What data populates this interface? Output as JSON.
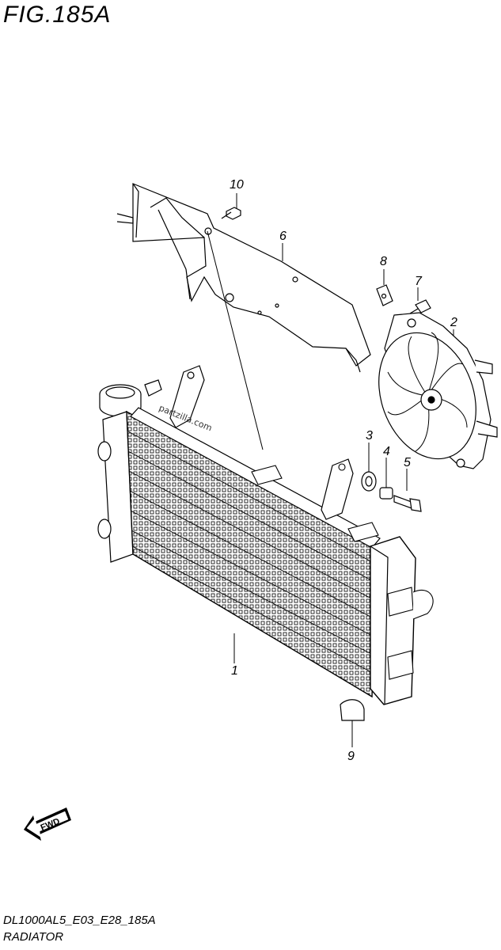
{
  "figure": {
    "title": "FIG.185A"
  },
  "callouts": [
    {
      "id": "c1",
      "label": "1"
    },
    {
      "id": "c2",
      "label": "2"
    },
    {
      "id": "c3",
      "label": "3"
    },
    {
      "id": "c4",
      "label": "4"
    },
    {
      "id": "c5",
      "label": "5"
    },
    {
      "id": "c6",
      "label": "6"
    },
    {
      "id": "c7",
      "label": "7"
    },
    {
      "id": "c8",
      "label": "8"
    },
    {
      "id": "c9",
      "label": "9"
    },
    {
      "id": "c10",
      "label": "10"
    }
  ],
  "direction_badge": {
    "label": "FWD"
  },
  "watermark": "partzilla.com",
  "footer": {
    "code": "DL1000AL5_E03_E28_185A",
    "name": "RADIATOR"
  }
}
